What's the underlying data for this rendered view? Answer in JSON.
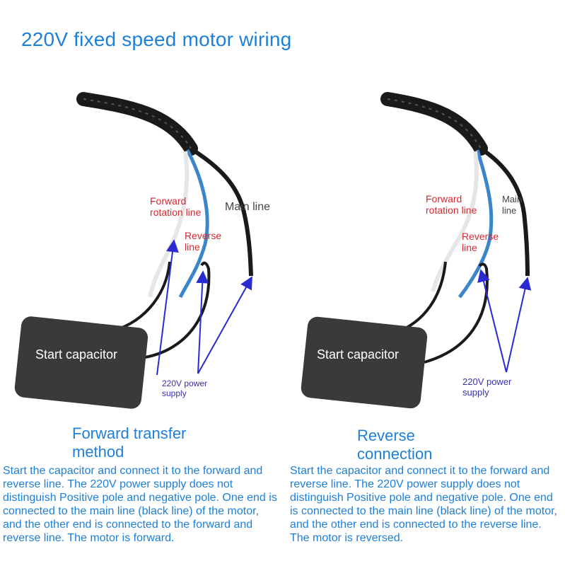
{
  "title": "220V fixed speed motor wiring",
  "colors": {
    "text_blue": "#1e7fd8",
    "label_red": "#d8282f",
    "arrow_blue": "#2a2ad0",
    "capacitor": "#3a3a3a",
    "cable_black": "#1a1a1a",
    "wire_blue": "#3a86c8",
    "wire_white": "#eeeeee"
  },
  "left_panel": {
    "forward_label": "Forward\nrotation line",
    "reverse_label": "Reverse\nline",
    "main_label": "Main line",
    "capacitor_label": "Start capacitor",
    "power_label": "220V power\nsupply",
    "heading": "Forward transfer\nmethod",
    "description": "Start the capacitor and connect it to the forward and reverse line. The 220V power supply does not distinguish Positive pole and negative pole. One end is connected to the main line (black line) of the motor, and the other end is connected to the forward and reverse line. The motor is forward."
  },
  "right_panel": {
    "forward_label": "Forward\nrotation line",
    "reverse_label": "Reverse\nline",
    "main_label": "Main\nline",
    "capacitor_label": "Start capacitor",
    "power_label": "220V power\nsupply",
    "heading": "Reverse\nconnection",
    "description": "Start the capacitor and connect it to the forward and reverse line. The 220V power supply does not distinguish Positive pole and negative pole. One end is connected to the main line (black line) of the motor, and the other end is connected to the reverse line. The motor is reversed."
  }
}
